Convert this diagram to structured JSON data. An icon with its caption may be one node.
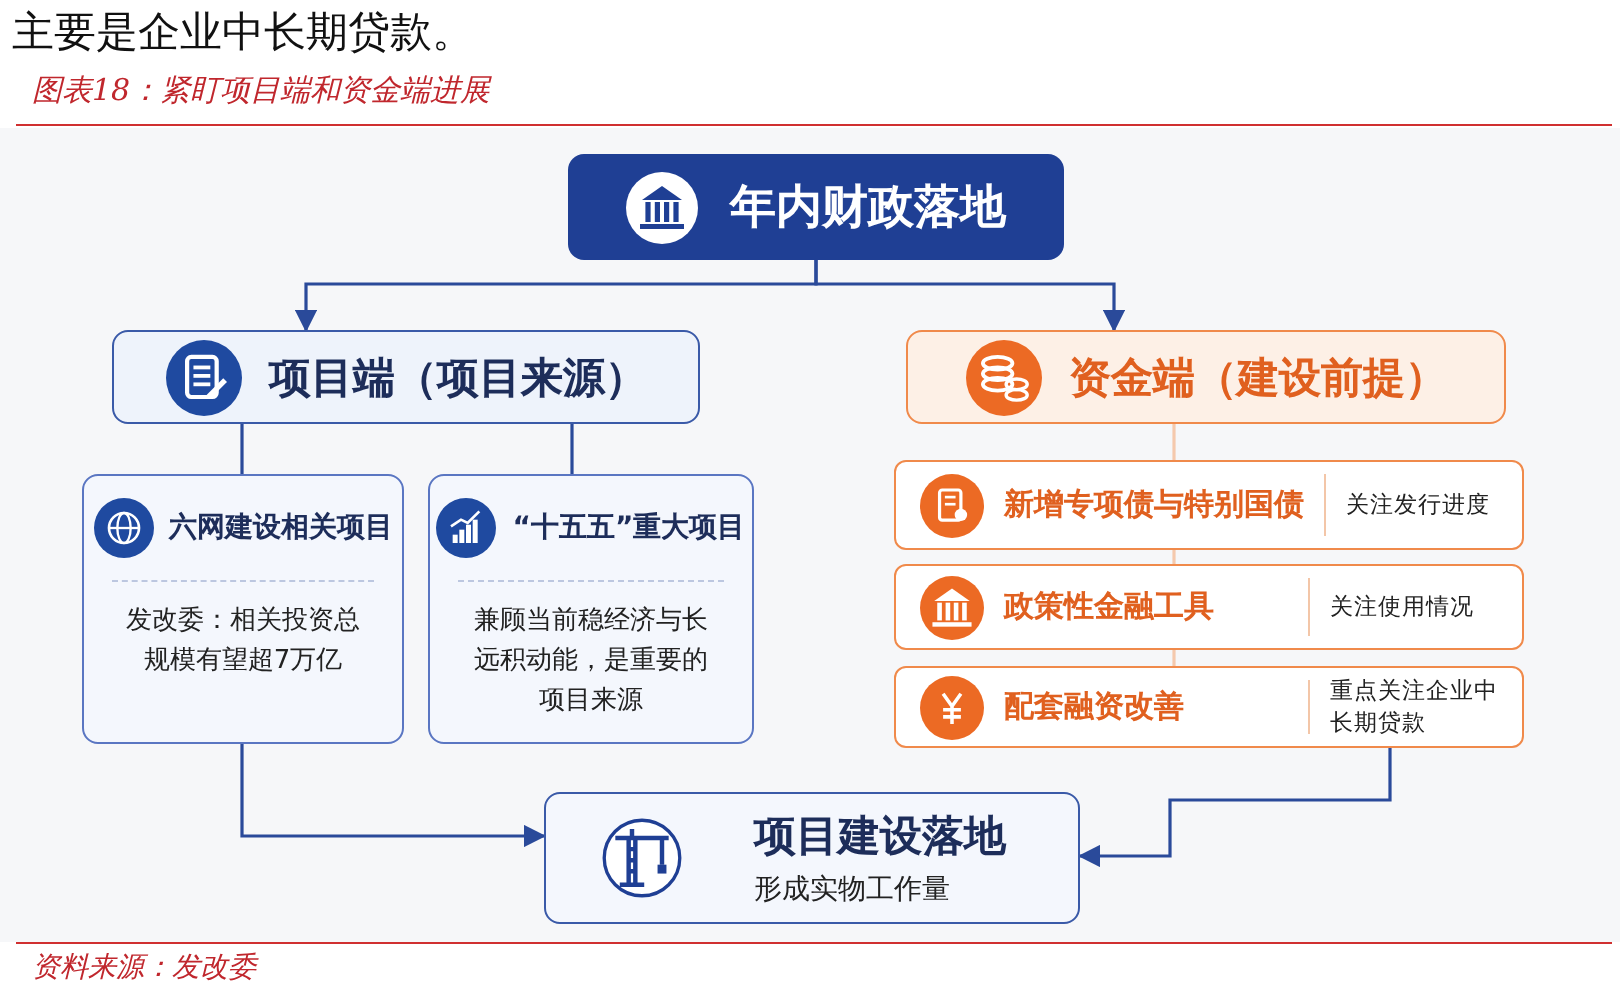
{
  "diagram": {
    "title": "图表18：紧盯项目端和资金端进展",
    "caption": "资料来源：发改委",
    "nodes": [
      {
        "text": [
          "年内财政落地"
        ]
      },
      {
        "text": [
          "项目端（项目来源）"
        ]
      },
      {
        "text": [
          "六网建设相关项目",
          "发改委：相关投资总规模有望超7万亿"
        ]
      },
      {
        "text": [
          "“十五五”重大项目",
          "兼顾当前稳经济与长远积动能，是重要的项目来源"
        ]
      },
      {
        "text": [
          "资金端（建设前提）"
        ]
      },
      {
        "text": [
          "新增专项债与特别国债",
          "关注发行进度"
        ]
      },
      {
        "text": [
          "政策性金融工具",
          "关注使用情况"
        ]
      },
      {
        "text": [
          "配套融资改善",
          "重点关注企业中长期贷款"
        ]
      },
      {
        "text": [
          "项目建设落地",
          "形成实物工作量"
        ]
      }
    ],
    "edges": [
      {
        "from": 0,
        "to": 1,
        "arrow": "to"
      },
      {
        "from": 0,
        "to": 4,
        "arrow": "to"
      },
      {
        "from": 1,
        "to": 2,
        "arrow": "none"
      },
      {
        "from": 1,
        "to": 3,
        "arrow": "none"
      },
      {
        "from": 4,
        "to": 5,
        "arrow": "none",
        "color": "#f5c9ad"
      },
      {
        "from": 5,
        "to": 6,
        "arrow": "none",
        "color": "#f5c9ad"
      },
      {
        "from": 6,
        "to": 7,
        "arrow": "none",
        "color": "#f5c9ad"
      },
      {
        "from": 2,
        "to": 8,
        "arrow": "to"
      },
      {
        "from": 7,
        "to": 8,
        "arrow": "to"
      }
    ],
    "labels": [
      "主要是企业中长期贷款。"
    ]
  }
}
